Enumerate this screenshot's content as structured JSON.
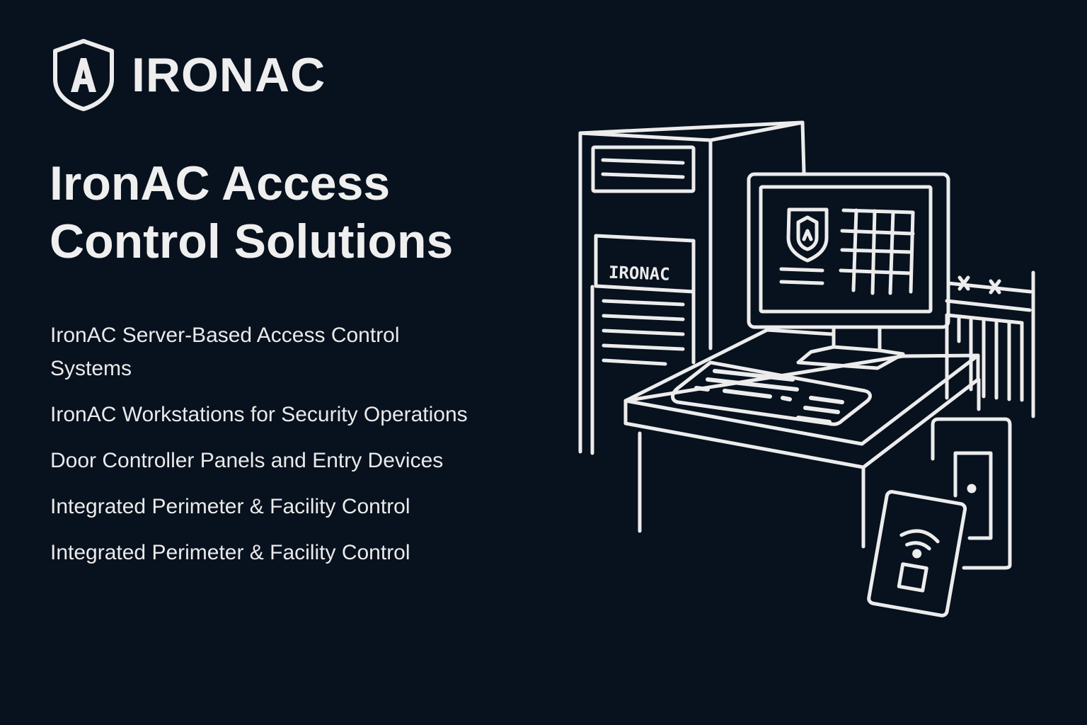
{
  "brand": {
    "name": "IRONAC",
    "logo_icon": "shield-a-icon"
  },
  "headline": {
    "line1": "IronAC Access",
    "line2": "Control Solutions"
  },
  "features": [
    "IronAC Server-Based Access Control Systems",
    "IronAC Workstations for Security Operations",
    "Door Controller Panels and Entry Devices",
    "Integrated Perimeter & Facility Control",
    "Integrated Perimeter & Facility Control"
  ],
  "illustration": {
    "server_label": "IRONAC"
  },
  "colors": {
    "background": "#08111e",
    "foreground": "#ececec"
  }
}
